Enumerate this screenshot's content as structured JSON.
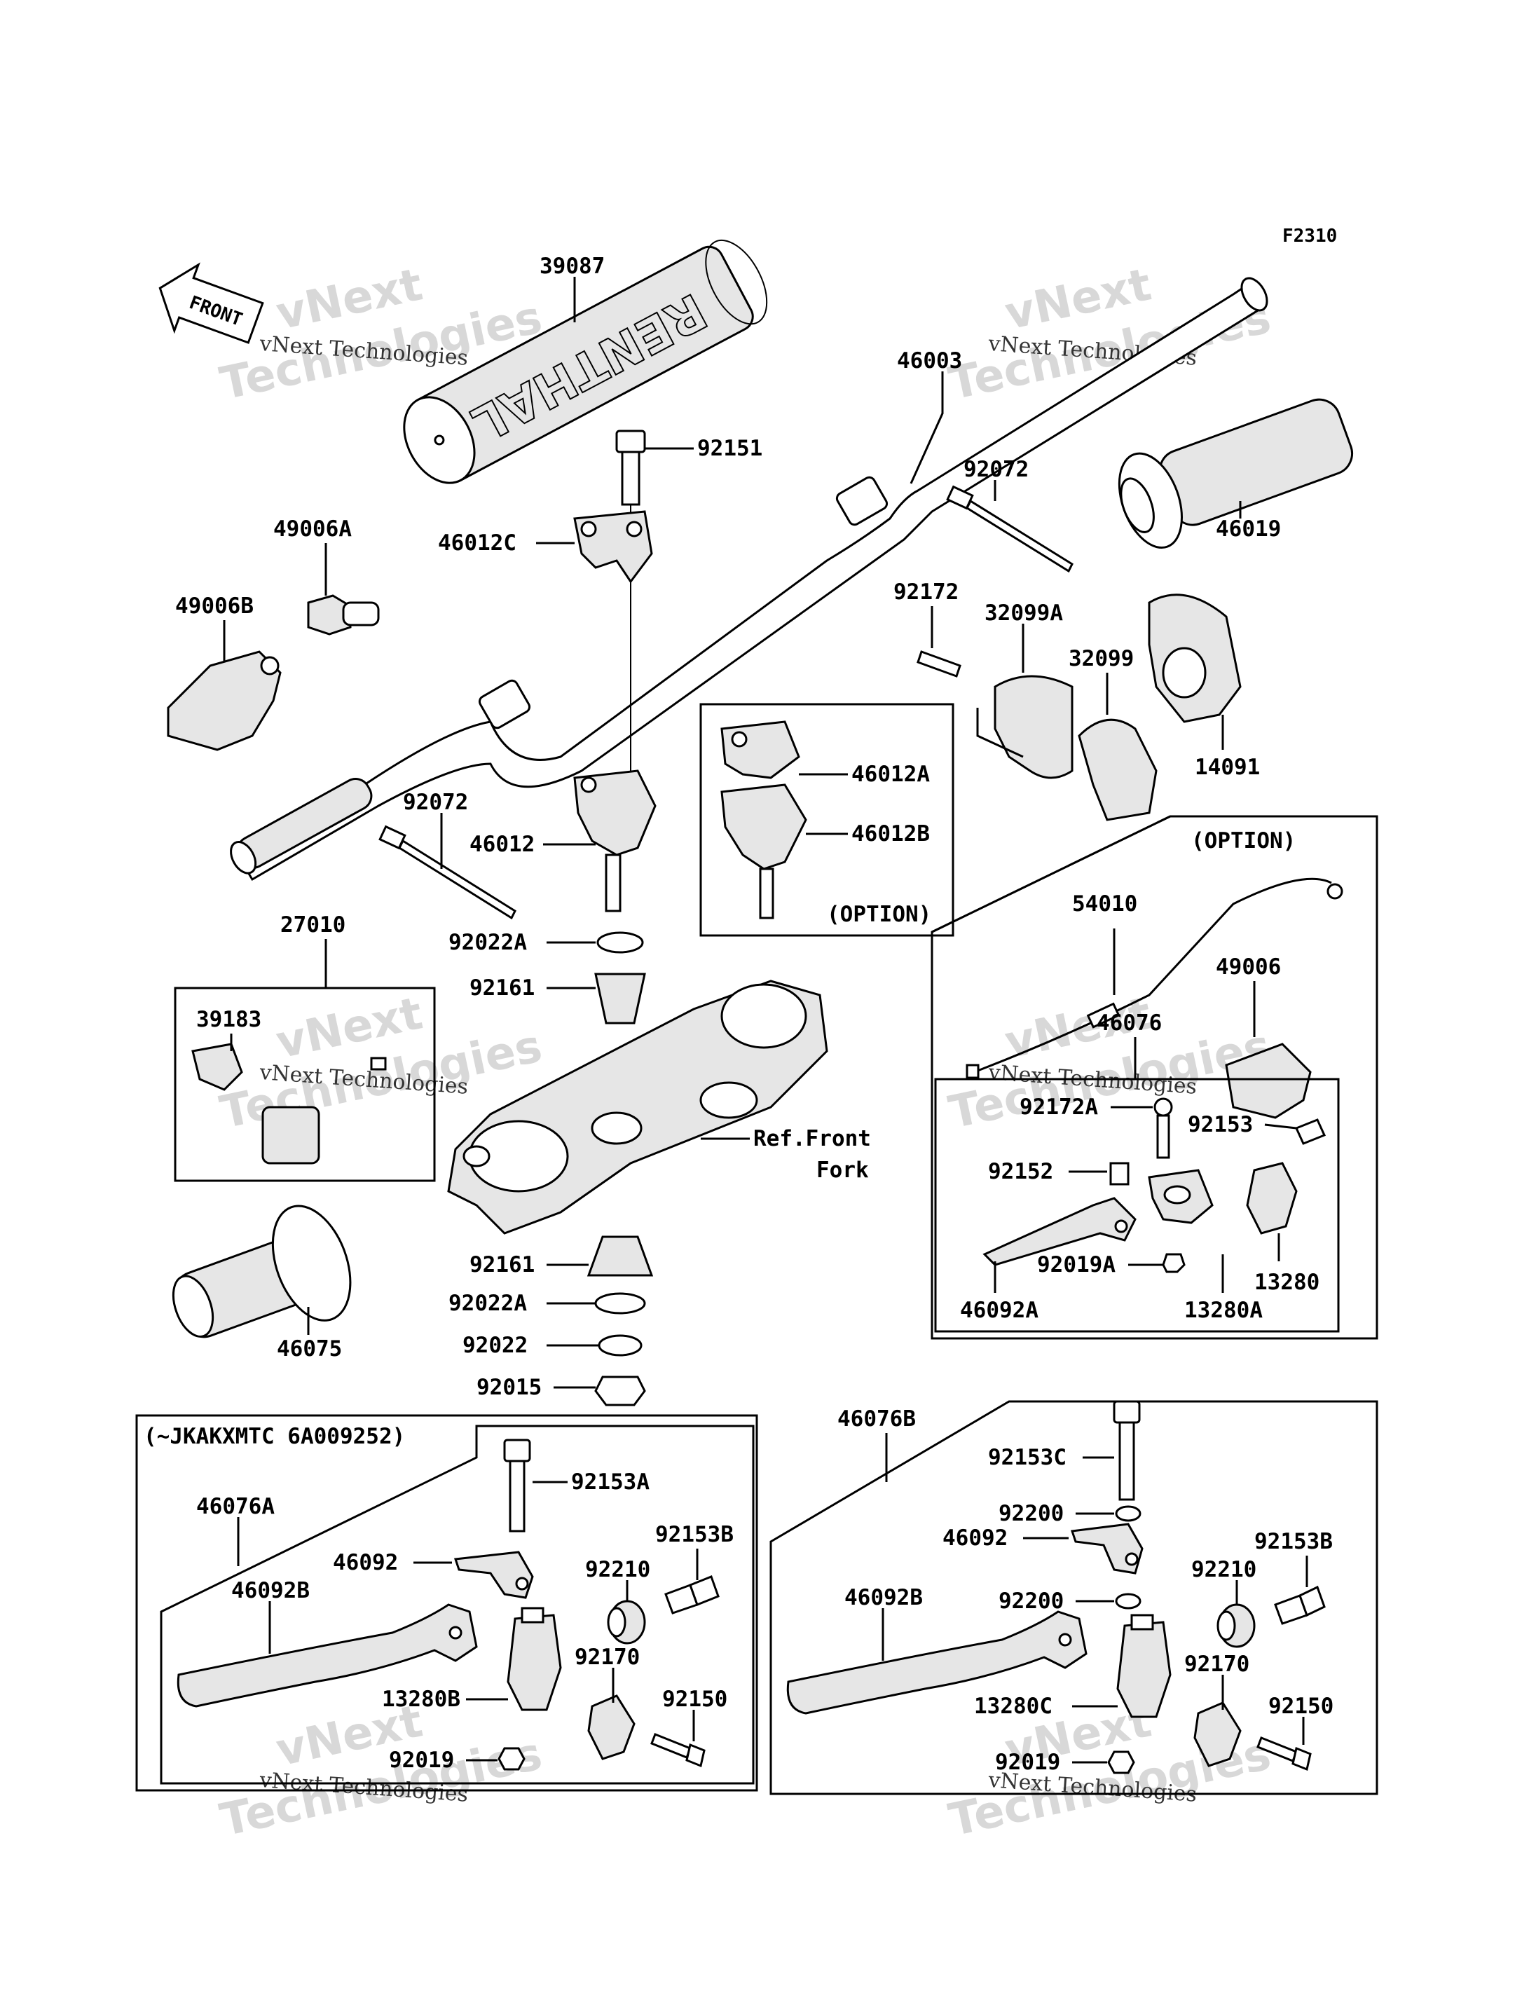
{
  "figure_code": "F2310",
  "front_arrow_label": "FRONT",
  "handguard_brand": "RENTHAL",
  "watermark": {
    "line1": "vNext",
    "line2": "Technologies",
    "caption": "vNext Technologies"
  },
  "labels": {
    "p39087": "39087",
    "p46003": "46003",
    "p92151": "92151",
    "p92072a": "92072",
    "p46019": "46019",
    "p49006A": "49006A",
    "p46012C": "46012C",
    "p49006B": "49006B",
    "p92172": "92172",
    "p32099A": "32099A",
    "p32099": "32099",
    "p14091": "14091",
    "p46012A": "46012A",
    "p46012B": "46012B",
    "option1": "(OPTION)",
    "p92072b": "92072",
    "p46012": "46012",
    "option2": "(OPTION)",
    "p27010": "27010",
    "p92022A_top": "92022A",
    "p54010": "54010",
    "p49006": "49006",
    "p92161_top": "92161",
    "p39183": "39183",
    "p46076": "46076",
    "p92172A": "92172A",
    "p92153": "92153",
    "ref_front": "Ref.Front",
    "ref_fork": "Fork",
    "p92152": "92152",
    "p92161_bot": "92161",
    "p92019A": "92019A",
    "p13280": "13280",
    "p92022A_bot": "92022A",
    "p46092A": "46092A",
    "p13280A": "13280A",
    "p46075": "46075",
    "p92022": "92022",
    "p92015": "92015",
    "serial_note": "(~JKAKXMTC 6A009252)",
    "p46076B": "46076B",
    "p92153A": "92153A",
    "p92153C": "92153C",
    "p46076A": "46076A",
    "p92153B_l": "92153B",
    "p92200_t": "92200",
    "p46092_l": "46092",
    "p92210_l": "92210",
    "p46092_r": "46092",
    "p92153B_r": "92153B",
    "p46092B_l": "46092B",
    "p92210_r": "92210",
    "p92200_b": "92200",
    "p92170_l": "92170",
    "p46092B_r": "46092B",
    "p92150_l": "92150",
    "p92170_r": "92170",
    "p13280B": "13280B",
    "p92150_r": "92150",
    "p13280C": "13280C",
    "p92019_l": "92019",
    "p92019_r": "92019"
  }
}
